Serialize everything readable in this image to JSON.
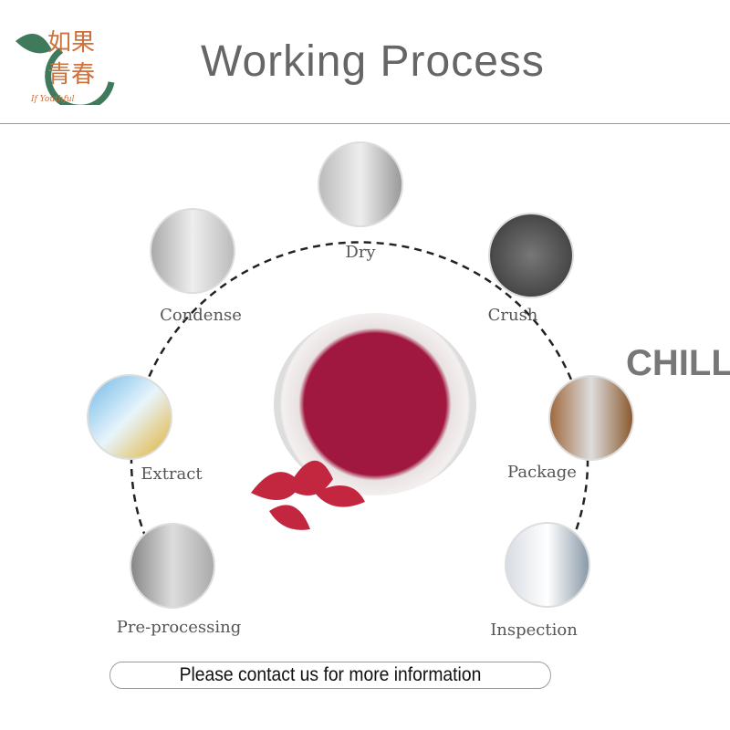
{
  "header": {
    "title": "Working Process",
    "logo_text": "如果青春",
    "logo_subtext": "If Youthful"
  },
  "brand_watermark": "CHILLI",
  "steps": [
    {
      "label": "Dry"
    },
    {
      "label": "Crush"
    },
    {
      "label": "Package"
    },
    {
      "label": "Inspection"
    },
    {
      "label": "Pre-processing"
    },
    {
      "label": "Extract"
    },
    {
      "label": "Condense"
    }
  ],
  "footer": {
    "contact_label": "Please contact us for more information"
  },
  "colors": {
    "powder": "#a0173f",
    "logo_green": "#3f7a5c",
    "logo_orange": "#d0703a"
  }
}
